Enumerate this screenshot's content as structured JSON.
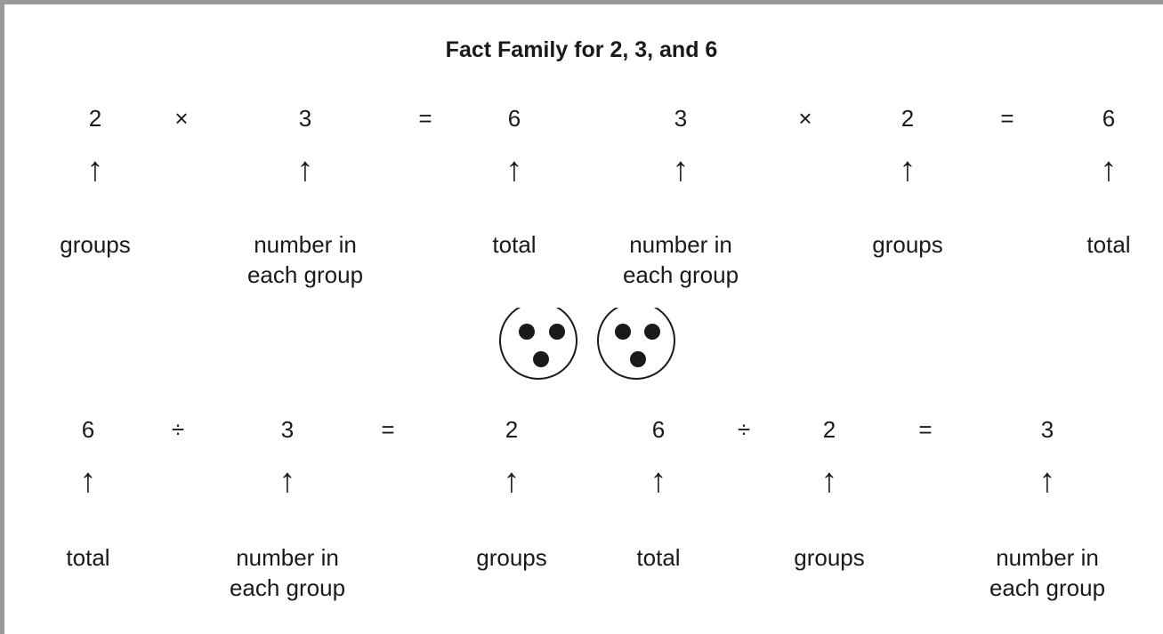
{
  "title": "Fact Family for 2, 3, and 6",
  "arrow_glyph": "↑",
  "rows": [
    {
      "items": [
        {
          "symbol": "2",
          "label": "groups"
        },
        {
          "symbol": "×"
        },
        {
          "symbol": "3",
          "label": "number in\neach group"
        },
        {
          "symbol": "="
        },
        {
          "symbol": "6",
          "label": "total"
        },
        {
          "symbol": "3",
          "label": "number in\neach group"
        },
        {
          "symbol": "×"
        },
        {
          "symbol": "2",
          "label": "groups"
        },
        {
          "symbol": "="
        },
        {
          "symbol": "6",
          "label": "total"
        }
      ]
    },
    {
      "items": [
        {
          "symbol": "6",
          "label": "total"
        },
        {
          "symbol": "÷"
        },
        {
          "symbol": "3",
          "label": "number in\neach group"
        },
        {
          "symbol": "="
        },
        {
          "symbol": "2",
          "label": "groups"
        },
        {
          "symbol": "6",
          "label": "total"
        },
        {
          "symbol": "÷"
        },
        {
          "symbol": "2",
          "label": "groups"
        },
        {
          "symbol": "="
        },
        {
          "symbol": "3",
          "label": "number in\neach group"
        }
      ]
    }
  ],
  "groups_picture": {
    "groups": 2,
    "dots_per_group": 3
  }
}
